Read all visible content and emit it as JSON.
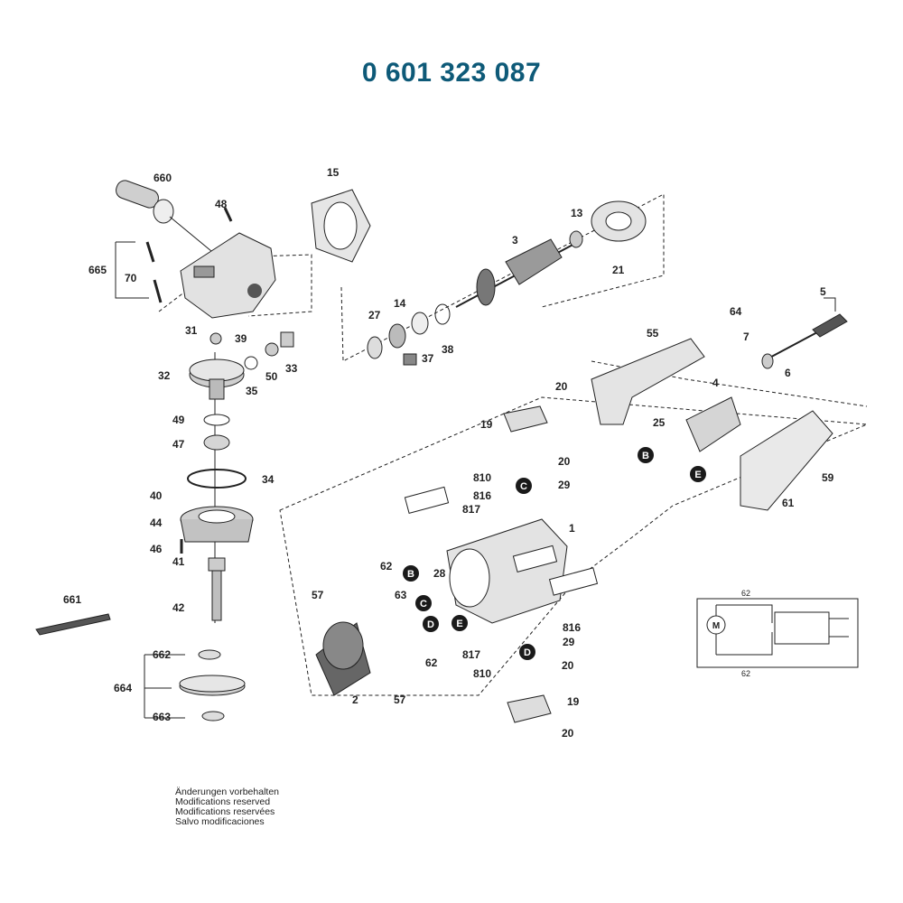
{
  "title": "0 601 323 087",
  "colors": {
    "title": "#0e5a78",
    "ink": "#222222",
    "part_fill": "#d9d9d9",
    "part_dark": "#4a4a4a",
    "callout_fill": "#1a1a1a"
  },
  "notes": [
    "Änderungen vorbehalten",
    "Modifications reserved",
    "Modifications reservées",
    "Salvo modificaciones"
  ],
  "part_labels": [
    "660",
    "48",
    "15",
    "665",
    "70",
    "31",
    "39",
    "32",
    "35",
    "50",
    "33",
    "49",
    "47",
    "34",
    "40",
    "44",
    "46",
    "41",
    "42",
    "661",
    "662",
    "664",
    "663",
    "3",
    "13",
    "21",
    "27",
    "14",
    "37",
    "38",
    "64",
    "7",
    "5",
    "55",
    "6",
    "4",
    "25",
    "59",
    "61",
    "20",
    "19",
    "810",
    "816",
    "817",
    "29",
    "1",
    "28",
    "62",
    "63",
    "57",
    "2"
  ],
  "callouts": [
    "B",
    "C",
    "D",
    "E"
  ],
  "schematic": {
    "top_label": "62",
    "bottom_label": "62",
    "motor": "M"
  }
}
